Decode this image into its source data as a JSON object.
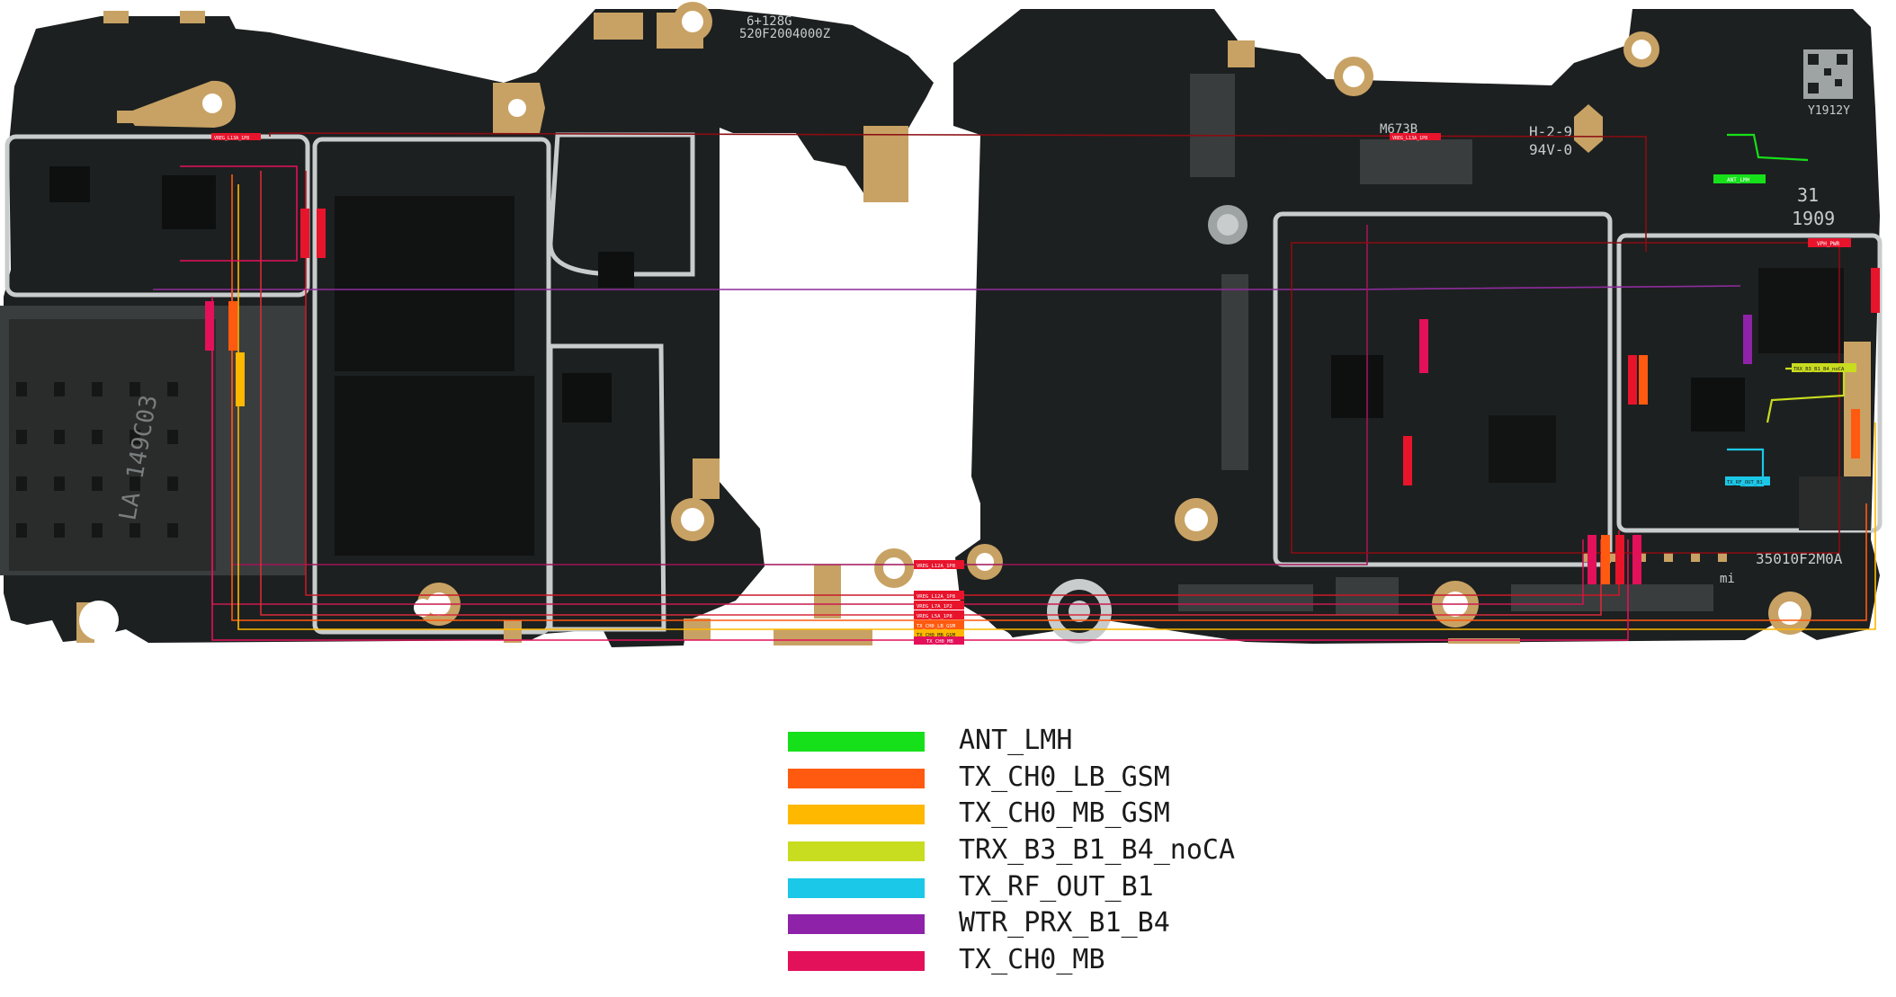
{
  "board": {
    "silkscreen": [
      "6+128G",
      "520F2004000Z",
      "LA 149C03",
      "M673B",
      "H-2-9",
      "94V-0",
      "31",
      "1909",
      "Y1912Y",
      "35010F2M0A",
      "mi"
    ],
    "colors": {
      "pcb": "#1d2020",
      "gold": "#c8a264",
      "chip": "#111313",
      "shield": "#c8cccc",
      "trace_red": "#8b0c12",
      "trace_purple": "#8e2c9e"
    }
  },
  "net_tags": [
    {
      "text": "VREG_L13A_1P8",
      "color": "#e8142c"
    },
    {
      "text": "VREG_L13A_1P8",
      "color": "#e8142c"
    },
    {
      "text": "ANT_LMH",
      "color": "#16e01a"
    },
    {
      "text": "VPH_PWR",
      "color": "#e8142c"
    },
    {
      "text": "TRX_B3_B1_B4_noCA",
      "color": "#c8dc20"
    },
    {
      "text": "TX_RF_OUT_B1",
      "color": "#1bc8e8"
    },
    {
      "text": "VREG_L12A_1P8",
      "color": "#e8142c"
    },
    {
      "text": "VREG_L12A_1P8",
      "color": "#e8142c"
    },
    {
      "text": "VREG_L7A_1P2",
      "color": "#e8142c"
    },
    {
      "text": "VREG_L5A_1P8",
      "color": "#e8142c"
    },
    {
      "text": "TX_CH0_LB_GSM",
      "color": "#ff5a10"
    },
    {
      "text": "TX_CH0_MB_GSM",
      "color": "#ffb800"
    },
    {
      "text": "TX_CH0_MB",
      "color": "#e3105a"
    }
  ],
  "legend": [
    {
      "label": "ANT_LMH",
      "color": "#16e01a"
    },
    {
      "label": "TX_CH0_LB_GSM",
      "color": "#ff5a10"
    },
    {
      "label": "TX_CH0_MB_GSM",
      "color": "#ffb800"
    },
    {
      "label": "TRX_B3_B1_B4_noCA",
      "color": "#c8dc20"
    },
    {
      "label": "TX_RF_OUT_B1",
      "color": "#1bc8e8"
    },
    {
      "label": "WTR_PRX_B1_B4",
      "color": "#8e22a8"
    },
    {
      "label": "TX_CH0_MB",
      "color": "#e3105a"
    }
  ]
}
